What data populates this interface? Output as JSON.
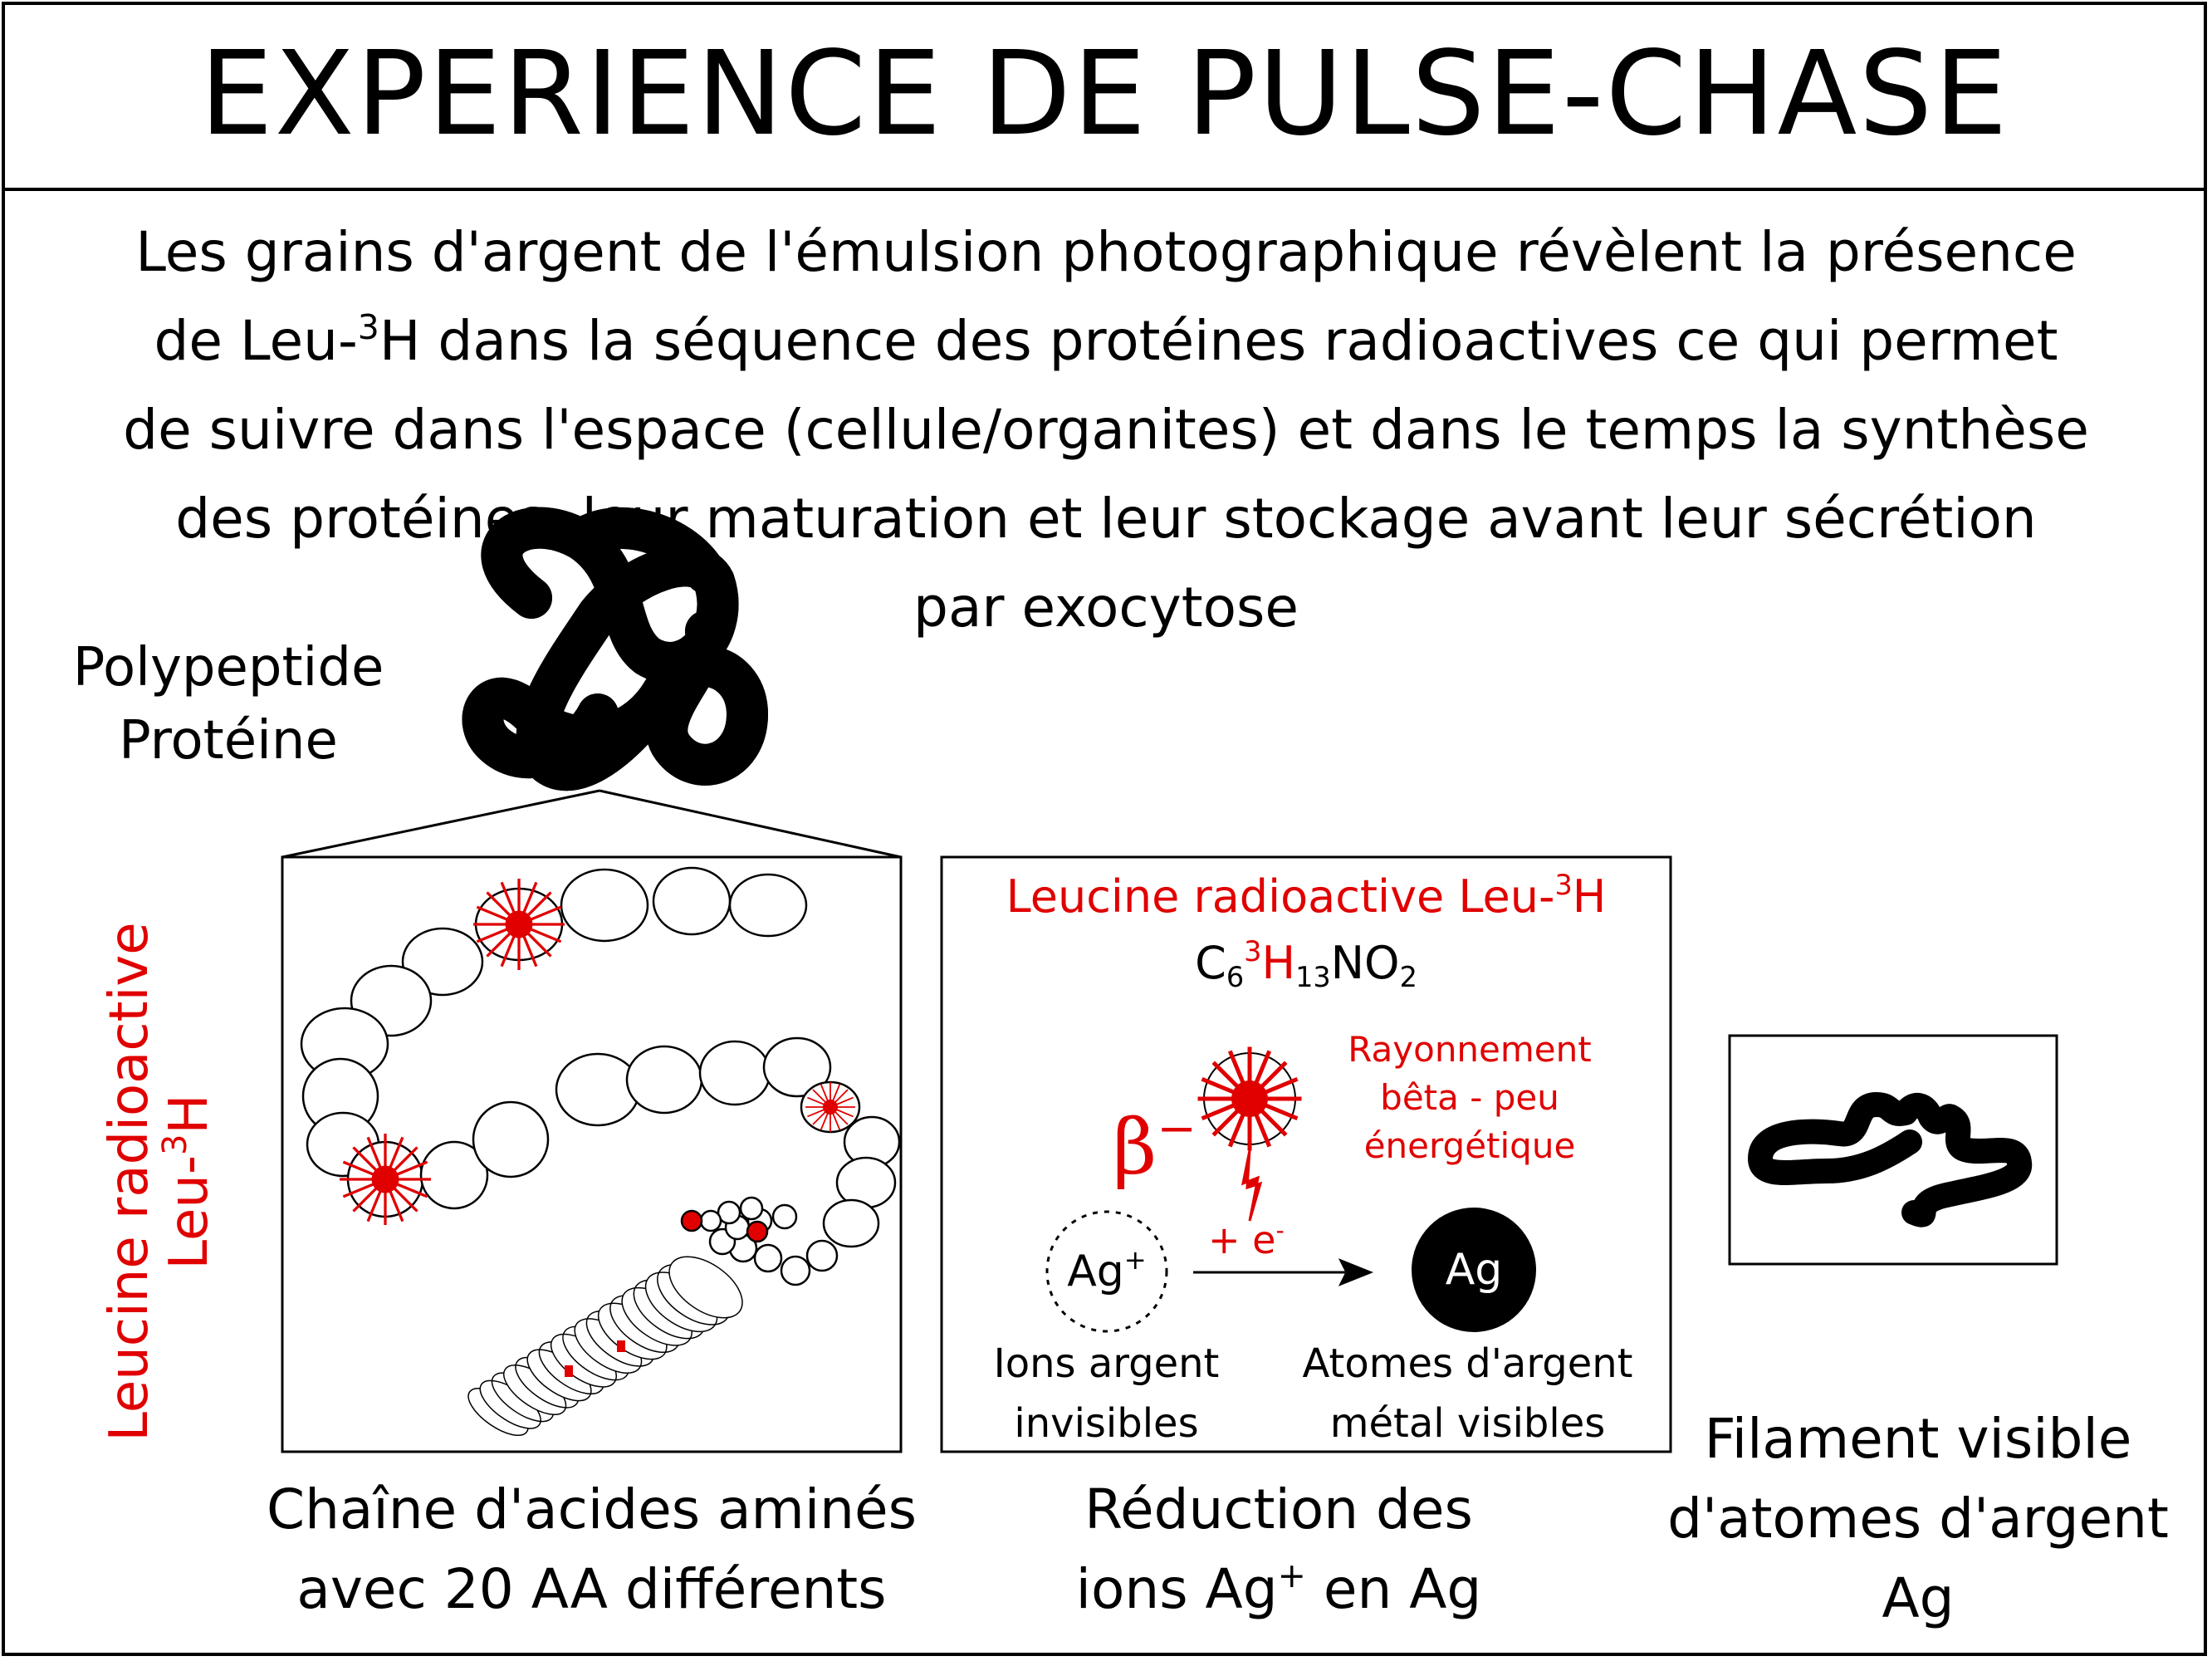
{
  "title": "EXPERIENCE DE PULSE-CHASE",
  "intro": {
    "line1": "Les grains d'argent de l'émulsion photographique révèlent la présence",
    "line2_pre": "de Leu-",
    "line2_sup": "3",
    "line2_post": "H dans la séquence des protéines radioactives ce qui permet",
    "line3": "de suivre dans l'espace (cellule/organites) et dans le temps la synthèse",
    "line4": "des protéines, leur maturation et leur stockage avant leur sécrétion",
    "line5": "par exocytose"
  },
  "protein_label": {
    "line1": "Polypeptide",
    "line2": "Protéine"
  },
  "side_label": {
    "line1": "Leucine radioactive",
    "line2_pre": "Leu-",
    "line2_sup": "3",
    "line2_post": "H"
  },
  "reaction_box": {
    "heading_pre": "Leucine radioactive Leu-",
    "heading_sup": "3",
    "heading_post": "H",
    "formula": {
      "c": "C",
      "c_sub": "6",
      "h_sup": "3",
      "h": "H",
      "h_sub": "13",
      "rest": "NO",
      "rest_sub": "2"
    },
    "radiation": {
      "line1": "Rayonnement",
      "line2": "bêta - peu",
      "line3": "énergétique"
    },
    "beta": "β",
    "beta_sup": "−",
    "electron": {
      "pre": "+ e",
      "sup": "-"
    },
    "ion": {
      "text": "Ag",
      "sup": "+"
    },
    "atom": "Ag",
    "ion_label": {
      "line1": "Ions argent",
      "line2": "invisibles"
    },
    "atom_label": {
      "line1": "Atomes d'argent",
      "line2": "métal visibles"
    }
  },
  "captions": {
    "chain": {
      "line1": "Chaîne d'acides aminés",
      "line2": "avec 20 AA différents"
    },
    "reduction": {
      "line1": "Réduction des",
      "line2_pre": "ions Ag",
      "line2_sup": "+",
      "line2_post": " en Ag"
    },
    "filament": {
      "line1": "Filament visible",
      "line2": "d'atomes d'argent",
      "line3": "Ag"
    }
  },
  "colors": {
    "radioactive": "#e00000",
    "ink": "#000000",
    "protein_fill": "#e6e6e6"
  }
}
